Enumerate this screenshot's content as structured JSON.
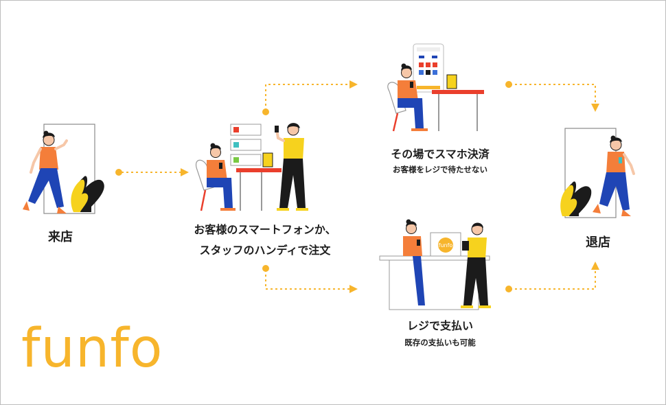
{
  "colors": {
    "accent": "#f7b52c",
    "orange": "#f47e3a",
    "blue": "#1f45b5",
    "yellow": "#f6d21e",
    "red": "#ea3f2c",
    "dark": "#1b1b1b"
  },
  "steps": {
    "arrive": {
      "label": "来店"
    },
    "order": {
      "line1": "お客様のスマートフォンか、",
      "line2": "スタッフのハンディで注文"
    },
    "pay_phone": {
      "title": "その場でスマホ決済",
      "subtitle": "お客様をレジで待たせない"
    },
    "pay_register": {
      "title": "レジで支払い",
      "subtitle": "既存の支払いも可能"
    },
    "leave": {
      "label": "退店"
    }
  },
  "register_screen_text": "funfo",
  "logo": {
    "text": "funfo"
  }
}
